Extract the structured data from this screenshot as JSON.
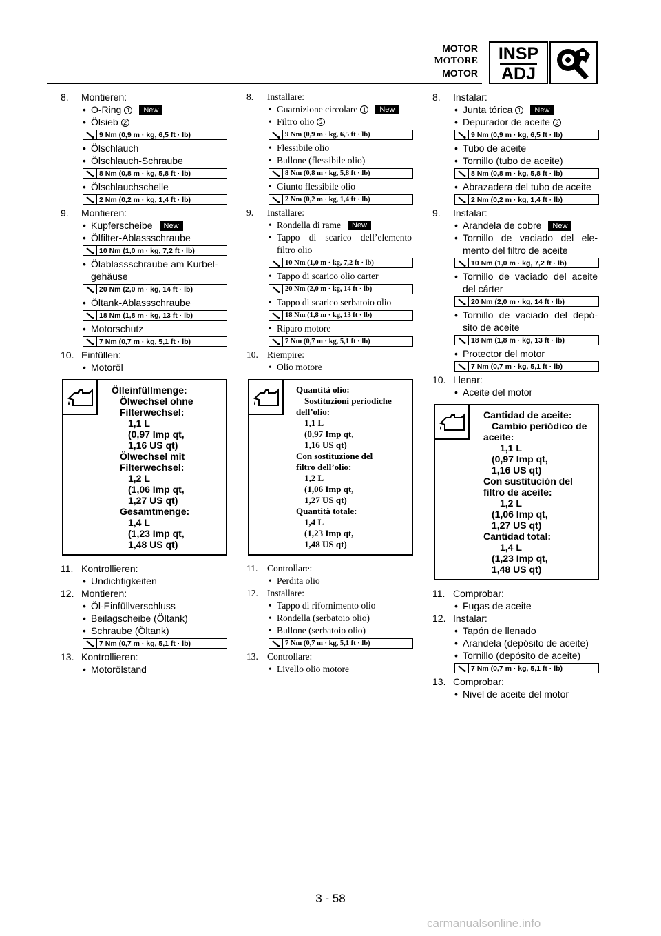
{
  "header": {
    "title_de": "MOTOR",
    "title_it": "MOTORE",
    "title_es": "MOTOR",
    "badge_top": "INSP",
    "badge_bottom": "ADJ",
    "icon": "wrench-inspect-icon"
  },
  "new_label": "New",
  "de": {
    "l1": "8.",
    "l1t": "Montieren:",
    "b1": "O-Ring",
    "b2": "Ölsieb",
    "t1": "9 Nm (0,9 m · kg, 6,5 ft · lb)",
    "b3": "Ölschlauch",
    "b4": "Ölschlauch-Schraube",
    "t2": "8 Nm (0,8 m · kg, 5,8 ft · lb)",
    "b5": "Ölschlauchschelle",
    "t3": "2 Nm (0,2 m · kg, 1,4 ft · lb)",
    "l2": "9.",
    "l2t": "Montieren:",
    "b6": "Kupferscheibe",
    "b7": "Ölfilter-Ablassschraube",
    "t4": "10 Nm (1,0 m · kg, 7,2 ft · lb)",
    "b8a": "Ölablassschraube am Kurbel-",
    "b8b": "gehäuse",
    "t5": "20 Nm (2,0 m · kg, 14 ft · lb)",
    "b9": "Öltank-Ablassschraube",
    "t6": "18 Nm (1,8 m · kg, 13 ft · lb)",
    "b10": "Motorschutz",
    "t7": "7 Nm (0,7 m · kg, 5,1 ft · lb)",
    "l3": "10.",
    "l3t": "Einfüllen:",
    "b11": "Motoröl",
    "oil": [
      "Ölleinfüllmenge:",
      "Ölwechsel ohne",
      "Filterwechsel:",
      "1,1 L",
      "(0,97 Imp qt,",
      "1,16 US qt)",
      "Ölwechsel mit",
      "Filterwechsel:",
      "1,2 L",
      "(1,06 Imp qt,",
      "1,27 US qt)",
      "Gesamtmenge:",
      "1,4 L",
      "(1,23 Imp qt,",
      "1,48 US qt)"
    ],
    "l4": "11.",
    "l4t": "Kontrollieren:",
    "b12": "Undichtigkeiten",
    "l5": "12.",
    "l5t": "Montieren:",
    "b13": "Öl-Einfüllverschluss",
    "b14": "Beilagscheibe (Öltank)",
    "b15": "Schraube (Öltank)",
    "t8": "7 Nm (0,7 m · kg, 5,1 ft · lb)",
    "l6": "13.",
    "l6t": "Kontrollieren:",
    "b16": "Motorölstand"
  },
  "it": {
    "l1": "8.",
    "l1t": "Installare:",
    "b1": "Guarnizione circolare",
    "b2": "Filtro olio",
    "t1": "9 Nm (0,9 m · kg, 6,5 ft · lb)",
    "b3": "Flessibile olio",
    "b4": "Bullone (flessibile olio)",
    "t2": "8 Nm (0,8 m · kg, 5,8 ft · lb)",
    "b5": "Giunto flessibile olio",
    "t3": "2 Nm (0,2 m · kg, 1,4 ft · lb)",
    "l2": "9.",
    "l2t": "Installare:",
    "b6": "Rondella di rame",
    "b7a": "Tappo di scarico dell’elemento",
    "b7b": "filtro olio",
    "t4": "10 Nm (1,0 m · kg, 7,2 ft · lb)",
    "b8": "Tappo di scarico olio carter",
    "t5": "20 Nm (2,0 m · kg, 14 ft · lb)",
    "b9": "Tappo di scarico serbatoio olio",
    "t6": "18 Nm (1,8 m · kg, 13 ft · lb)",
    "b10": "Riparo motore",
    "t7": "7 Nm (0,7 m · kg, 5,1 ft · lb)",
    "l3": "10.",
    "l3t": "Riempire:",
    "b11": "Olio motore",
    "oil": [
      "Quantità olio:",
      "Sostituzioni periodiche",
      "dell’olio:",
      "1,1 L",
      "(0,97 Imp qt,",
      "1,16 US qt)",
      "Con sostituzione del",
      "filtro dell’olio:",
      "1,2 L",
      "(1,06 Imp qt,",
      "1,27 US qt)",
      "Quantità totale:",
      "1,4 L",
      "(1,23 Imp qt,",
      "1,48 US qt)"
    ],
    "l4": "11.",
    "l4t": "Controllare:",
    "b12": "Perdita olio",
    "l5": "12.",
    "l5t": "Installare:",
    "b13": "Tappo di rifornimento olio",
    "b14": "Rondella (serbatoio olio)",
    "b15": "Bullone (serbatoio olio)",
    "t8": "7 Nm (0,7 m · kg, 5,1 ft · lb)",
    "l6": "13.",
    "l6t": "Controllare:",
    "b16": "Livello olio motore"
  },
  "es": {
    "l1": "8.",
    "l1t": "Instalar:",
    "b1": "Junta tórica",
    "b2": "Depurador de aceite",
    "t1": "9 Nm (0,9 m · kg, 6,5 ft · lb)",
    "b3": "Tubo de aceite",
    "b4": "Tornillo (tubo de aceite)",
    "t2": "8 Nm (0,8 m · kg, 5,8 ft · lb)",
    "b5": "Abrazadera del tubo de aceite",
    "t3": "2 Nm (0,2 m · kg, 1,4 ft · lb)",
    "l2": "9.",
    "l2t": "Instalar:",
    "b6": "Arandela de cobre",
    "b7a": "Tornillo de vaciado del ele-",
    "b7b": "mento del filtro de aceite",
    "t4": "10 Nm (1,0 m · kg, 7,2 ft · lb)",
    "b8a": "Tornillo de vaciado del aceite",
    "b8b": "del cárter",
    "t5": "20 Nm (2,0 m · kg, 14 ft · lb)",
    "b9a": "Tornillo de vaciado del depó-",
    "b9b": "sito de aceite",
    "t6": "18 Nm (1,8 m · kg, 13 ft · lb)",
    "b10": "Protector del motor",
    "t7": "7 Nm (0,7 m · kg, 5,1 ft · lb)",
    "l3": "10.",
    "l3t": "Llenar:",
    "b11": "Aceite del motor",
    "oil": [
      "Cantidad de aceite:",
      "Cambio periódico de",
      "aceite:",
      "1,1 L",
      "(0,97 Imp qt,",
      "1,16 US qt)",
      "Con sustitución del",
      "filtro de aceite:",
      "1,2 L",
      "(1,06 Imp qt,",
      "1,27 US qt)",
      "Cantidad total:",
      "1,4 L",
      "(1,23 Imp qt,",
      "1,48 US qt)"
    ],
    "l4": "11.",
    "l4t": "Comprobar:",
    "b12": "Fugas de aceite",
    "l5": "12.",
    "l5t": "Instalar:",
    "b13": "Tapón de llenado",
    "b14": "Arandela (depósito de aceite)",
    "b15": "Tornillo (depósito de aceite)",
    "t8": "7 Nm (0,7 m · kg, 5,1 ft · lb)",
    "l6": "13.",
    "l6t": "Comprobar:",
    "b16": "Nivel de aceite del motor"
  },
  "refs": {
    "r1": "1",
    "r2": "2"
  },
  "bullet": "•",
  "page_number": "3 - 58",
  "watermark": "carmanualsonline.info"
}
